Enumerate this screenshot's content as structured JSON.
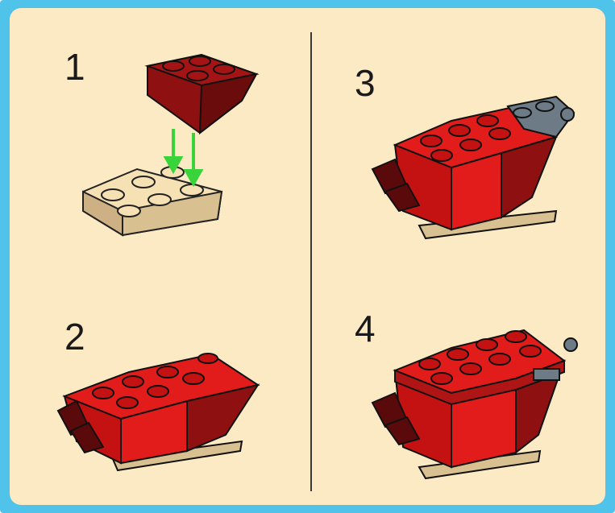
{
  "steps": [
    {
      "number": "1"
    },
    {
      "number": "2"
    },
    {
      "number": "3"
    },
    {
      "number": "4"
    }
  ],
  "colors": {
    "border": "#4fc3ea",
    "background": "#fbeac4",
    "brick_red": "#e21b1b",
    "brick_dark_red": "#8e1010",
    "plate_tan": "#f6e1b4",
    "gray": "#6d7b86",
    "arrow_green": "#39d43a"
  }
}
